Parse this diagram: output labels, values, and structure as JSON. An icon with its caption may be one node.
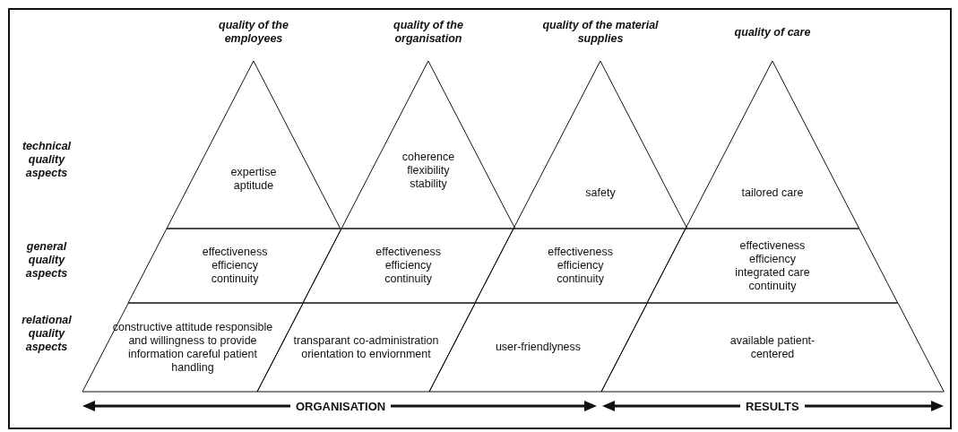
{
  "diagram": {
    "nodes": [
      {
        "text": [
          "quality of the employees",
          "expertise aptitude"
        ]
      },
      {
        "text": [
          "quality of the organisation",
          "coherence flexibility stability"
        ]
      },
      {
        "text": [
          "quality of the material supplies",
          "safety"
        ]
      },
      {
        "text": [
          "quality of care",
          "tailored care"
        ]
      },
      {
        "text": [
          "effectiveness efficiency continuity"
        ]
      },
      {
        "text": [
          "effectiveness efficiency continuity"
        ]
      },
      {
        "text": [
          "effectiveness efficiency continuity"
        ]
      },
      {
        "text": [
          "effectiveness efficiency integrated care continuity"
        ]
      },
      {
        "text": [
          "constructive attitude responsible and willingness to provide information careful patient handling"
        ]
      },
      {
        "text": [
          "transparant co-administration orientation to enviornment"
        ]
      },
      {
        "text": [
          "user-friendlyness"
        ]
      },
      {
        "text": [
          "available patient-centered"
        ]
      }
    ],
    "labels": [
      "technical quality aspects",
      "general quality aspects",
      "relational quality aspects",
      "ORGANISATION",
      "RESULTS"
    ]
  }
}
